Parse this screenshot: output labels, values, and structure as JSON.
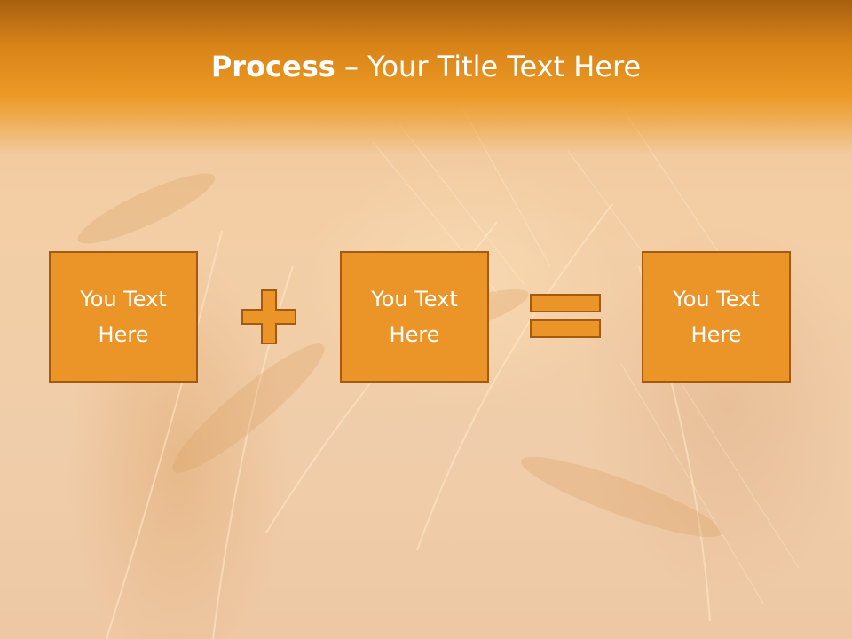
{
  "slide": {
    "title_bold": "Process",
    "title_rest": " – Your Title Text Here",
    "boxes": [
      {
        "text": "You Text Here"
      },
      {
        "text": "You Text Here"
      },
      {
        "text": "You Text Here"
      }
    ],
    "operators": [
      "plus-icon",
      "equals-icon"
    ]
  },
  "colors": {
    "title_band": "#ec9a26",
    "box_fill": "#eb9428",
    "box_border": "#a45a10",
    "text": "#ffffff"
  }
}
